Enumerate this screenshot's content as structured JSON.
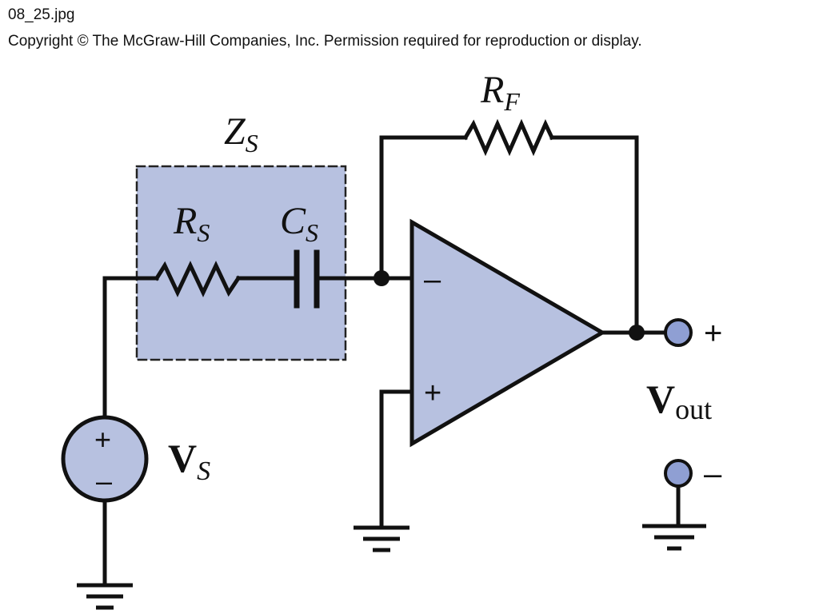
{
  "header": {
    "filename": "08_25.jpg",
    "copyright": "Copyright © The McGraw-Hill Companies, Inc. Permission required for reproduction or display."
  },
  "labels": {
    "rf": {
      "main": "R",
      "sub": "F"
    },
    "zs": {
      "main": "Z",
      "sub": "S"
    },
    "rs": {
      "main": "R",
      "sub": "S"
    },
    "cs": {
      "main": "C",
      "sub": "S"
    },
    "vs": {
      "main": "V",
      "sub": "S"
    },
    "vout": {
      "main": "V",
      "sub": "out"
    },
    "opamp_minus": "–",
    "opamp_plus": "+",
    "source_plus": "+",
    "source_minus": "–",
    "out_plus": "+",
    "out_minus": "–"
  },
  "colors": {
    "fill": "#b7c1e0",
    "wire": "#111111"
  }
}
